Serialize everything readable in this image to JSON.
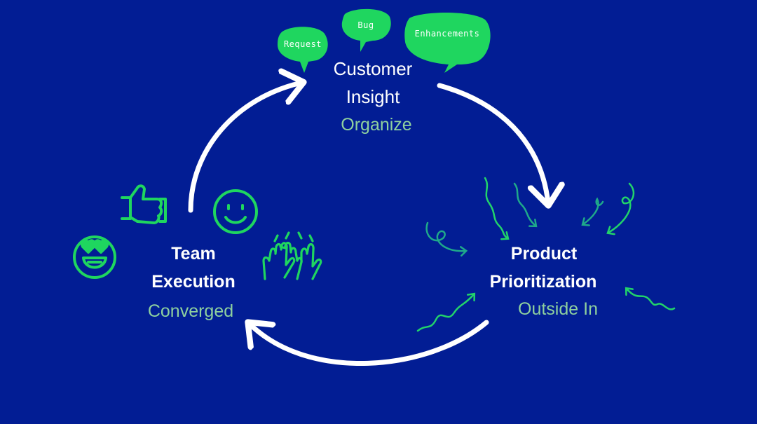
{
  "colors": {
    "background": "#021d94",
    "arrow": "#ffffff",
    "accent_green": "#1fd65f",
    "subtitle_green": "#8fd19e"
  },
  "bubbles": {
    "request": "Request",
    "bug": "Bug",
    "enhancements": "Enhancements"
  },
  "nodes": {
    "customer_insight": {
      "line1": "Customer",
      "line2": "Insight",
      "subtitle": "Organize"
    },
    "product_prioritization": {
      "line1": "Product",
      "line2": "Prioritization",
      "subtitle": "Outside In"
    },
    "team_execution": {
      "line1": "Team",
      "line2": "Execution",
      "subtitle": "Converged"
    }
  },
  "icons": [
    "thumbs-up-icon",
    "smiley-face-icon",
    "heart-eyes-face-icon",
    "high-five-hands-icon",
    "squiggle-arrow-icon"
  ]
}
